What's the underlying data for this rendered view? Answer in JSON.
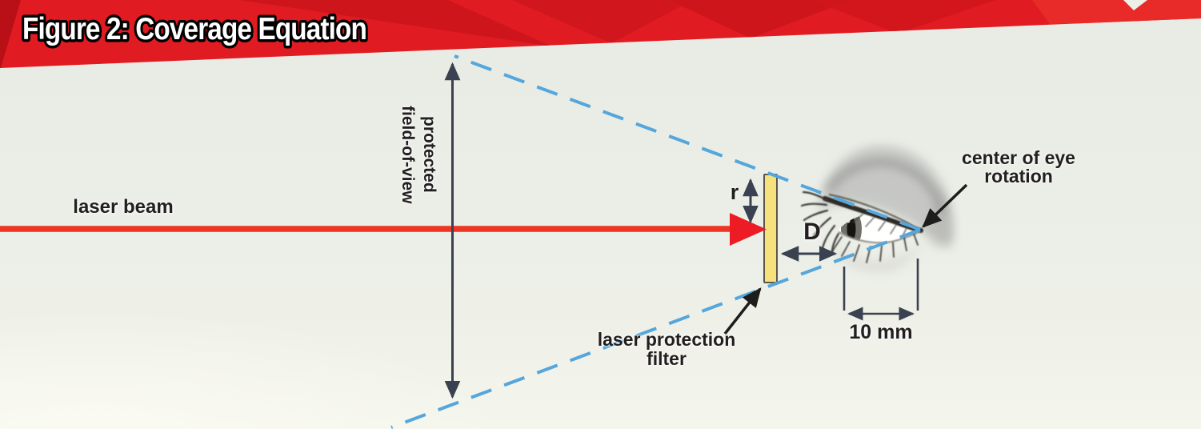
{
  "header": {
    "title": "Figure 2: Coverage Equation"
  },
  "diagram": {
    "laser_beam_label": "laser beam",
    "fov_label": {
      "line1": "protected",
      "line2": "field-of-view"
    },
    "radius_label": "r",
    "distance_label": "D",
    "filter_label": {
      "line1": "laser protection",
      "line2": "filter"
    },
    "eye_rotation_label": {
      "line1": "center of eye",
      "line2": "rotation"
    },
    "eye_width_label": "10 mm"
  },
  "colors": {
    "banner_red": "#e11b22",
    "banner_red_dark": "#cf151c",
    "background": "#eaeee6",
    "dash_blue": "#55a6dc",
    "arrow_dark": "#3a4150",
    "pointer_black": "#1d1d1b",
    "beam_red": "#ee3422",
    "beam_glow": "#f4553a",
    "arrowhead_red": "#ed1c24",
    "filter_yellow": "#f6e17d",
    "filter_border": "#5b564c",
    "label_text": "#231f20",
    "title_text": "#ffffff",
    "title_outline": "#000000"
  }
}
